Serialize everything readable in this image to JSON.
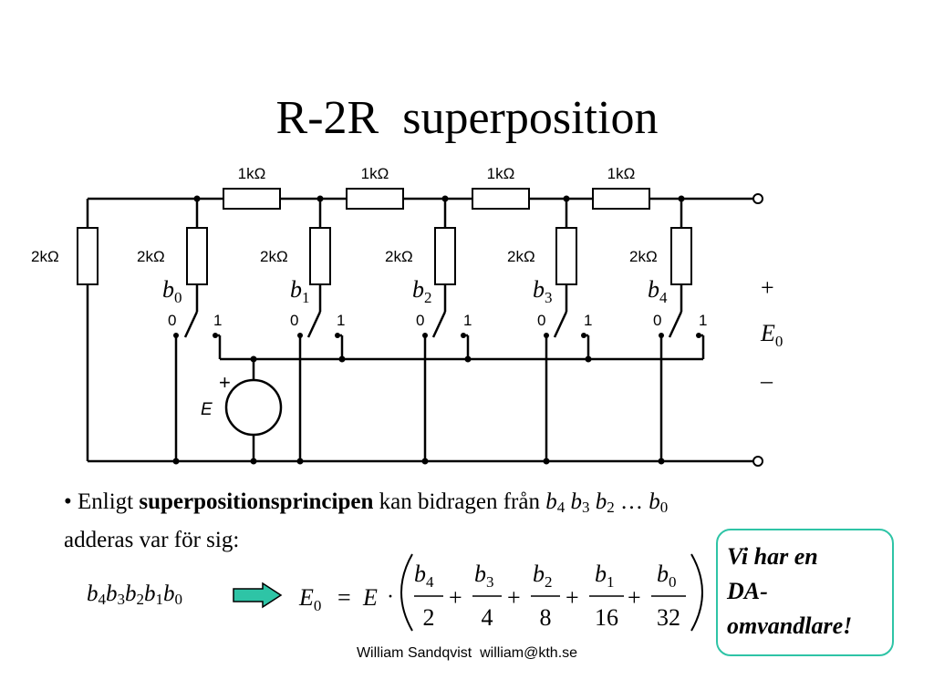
{
  "slide": {
    "title": "R-2R  superposition",
    "footer": "William Sandqvist  william@kth.se"
  },
  "circuit": {
    "series_resistor_label": "1kΩ",
    "shunt_resistor_label": "2kΩ",
    "bits": [
      {
        "letter": "b",
        "index": "0",
        "off": "0",
        "on": "1"
      },
      {
        "letter": "b",
        "index": "1",
        "off": "0",
        "on": "1"
      },
      {
        "letter": "b",
        "index": "2",
        "off": "0",
        "on": "1"
      },
      {
        "letter": "b",
        "index": "3",
        "off": "0",
        "on": "1"
      },
      {
        "letter": "b",
        "index": "4",
        "off": "0",
        "on": "1"
      }
    ],
    "source_label": "E",
    "source_plus": "+",
    "output_plus": "+",
    "output_letter": "E",
    "output_index": "0",
    "output_minus": "–"
  },
  "bullet": {
    "symbol": "•",
    "pre": "Enligt ",
    "bold": "superpositionsprincipen",
    "mid": " kan bidragen från ",
    "b": "b",
    "i4": "4",
    "i3": "3",
    "i2": "2",
    "dots": " … ",
    "i0": "0",
    "line2": "adderas var för sig:"
  },
  "formula": {
    "bits_letter": "b",
    "bit_indices": [
      "4",
      "3",
      "2",
      "1",
      "0"
    ],
    "lhs_letter": "E",
    "lhs_index": "0",
    "equals": "=",
    "source": "E",
    "dot": "·",
    "plus": "+",
    "terms": [
      {
        "num_letter": "b",
        "num_index": "4",
        "den": "2"
      },
      {
        "num_letter": "b",
        "num_index": "3",
        "den": "4"
      },
      {
        "num_letter": "b",
        "num_index": "2",
        "den": "8"
      },
      {
        "num_letter": "b",
        "num_index": "1",
        "den": "16"
      },
      {
        "num_letter": "b",
        "num_index": "0",
        "den": "32"
      }
    ]
  },
  "note": {
    "line1": "Vi har en",
    "line2": "DA-",
    "line3": "omvandlare!",
    "border_color": "#2ec4a6"
  },
  "colors": {
    "arrow_fill": "#2ec4a6"
  }
}
